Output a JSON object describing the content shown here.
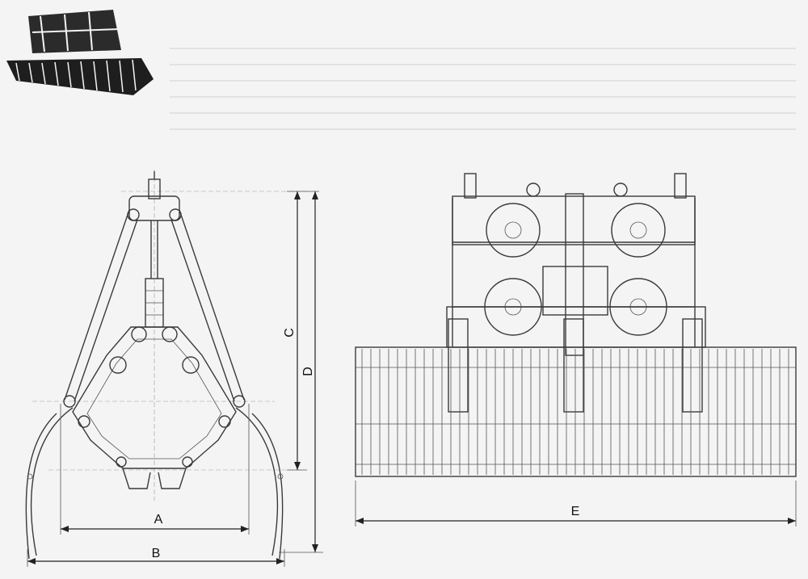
{
  "dimensions": {
    "a": "A",
    "b": "B",
    "c": "C",
    "d": "D",
    "e": "E"
  },
  "colors": {
    "background": "#f4f4f4",
    "line": "#3a3a3a",
    "text_ghost": "#d2d2d2",
    "thumbnail": "#1e1e1e"
  },
  "views": [
    {
      "name": "grab-thumbnail-3d"
    },
    {
      "name": "grab-side-view"
    },
    {
      "name": "grab-front-view"
    }
  ]
}
